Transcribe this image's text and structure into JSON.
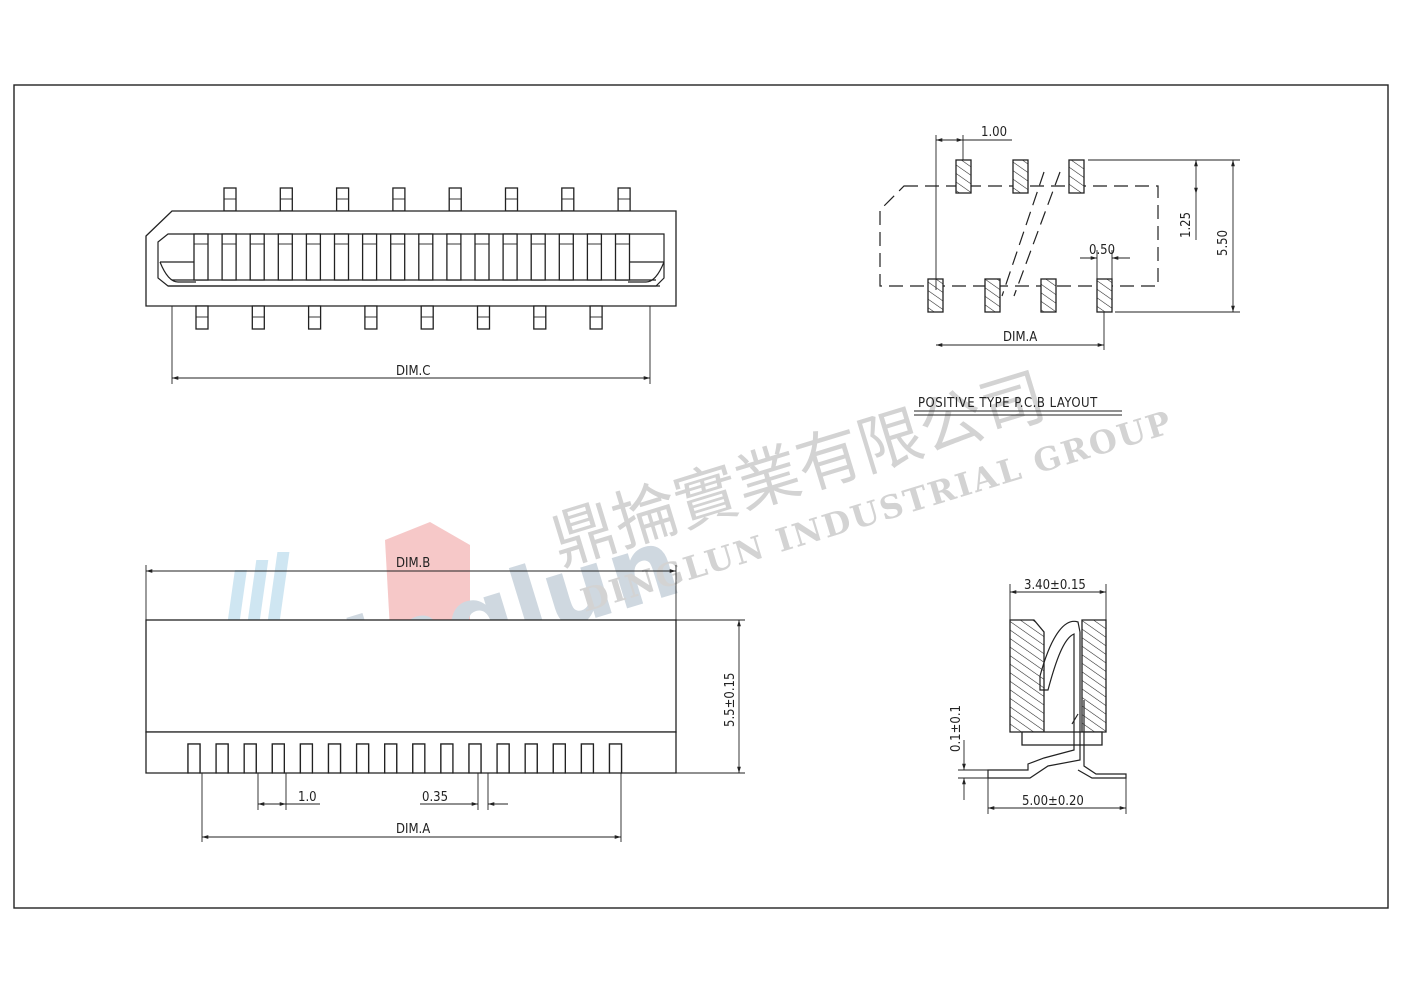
{
  "drawing": {
    "top_view": {
      "dim_c": "DIM.C"
    },
    "pcb_layout": {
      "pitch": "1.00",
      "row_offset": "1.25",
      "overall": "5.50",
      "pad_width": "0.50",
      "dim_a": "DIM.A",
      "caption": "POSITIVE TYPE P.C.B LAYOUT"
    },
    "front_view": {
      "dim_b": "DIM.B",
      "height": "5.5±0.15",
      "pitch": "1.0",
      "pin_width": "0.35",
      "dim_a": "DIM.A"
    },
    "side_view": {
      "width": "3.40±0.15",
      "standoff": "0.1±0.1",
      "footprint": "5.00±0.20"
    }
  },
  "watermark": {
    "company_cn": "鼎掄實業有限公司",
    "company_en": "DINGLUN INDUSTRIAL GROUP",
    "logo": "inglun"
  }
}
